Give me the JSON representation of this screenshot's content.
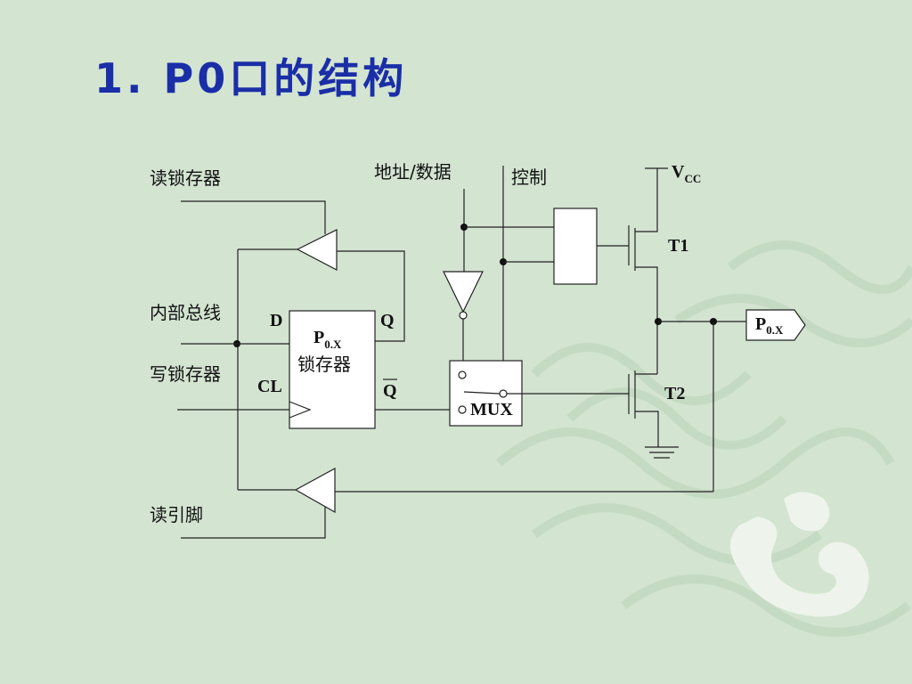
{
  "title": "1. P0口的结构",
  "labels": {
    "read_latch": "读锁存器",
    "internal_bus": "内部总线",
    "write_latch": "写锁存器",
    "read_pin": "读引脚",
    "addr_data": "地址/数据",
    "control": "控制",
    "vcc_main": "V",
    "vcc_sub": "CC",
    "t1": "T1",
    "t2": "T2",
    "port_main": "P",
    "port_sub": "0.X",
    "latch_name_main": "P",
    "latch_name_sub": "0.X",
    "latch_caption": "锁存器",
    "pin_d": "D",
    "pin_q": "Q",
    "pin_cl": "CL",
    "pin_qbar": "Q",
    "mux": "MUX"
  },
  "colors": {
    "background": "#d3e4d1",
    "title": "#1a2ea8",
    "decoration": "#c2d8c0"
  }
}
